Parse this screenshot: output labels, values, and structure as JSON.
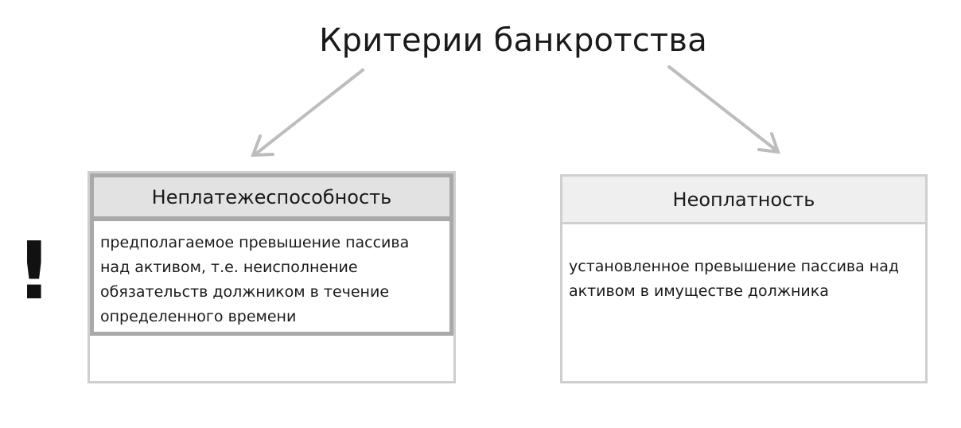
{
  "diagram": {
    "title": "Критерии банкротства",
    "left": {
      "header": "Неплатежеспособность",
      "body": "предполагаемое превышение пассива над активом, т.е. неисполнение обязательств должником в течение определенного времени"
    },
    "right": {
      "header": "Неоплатность",
      "body": "установленное превышение пассива над активом в имуществе должника"
    },
    "marker": "!",
    "colors": {
      "arrow": "#bdbdbd",
      "header_fill_highlight": "#e2e2e2",
      "header_fill": "#efefef",
      "border_highlight": "#a9a9a9",
      "border": "#cfcfcf"
    }
  }
}
